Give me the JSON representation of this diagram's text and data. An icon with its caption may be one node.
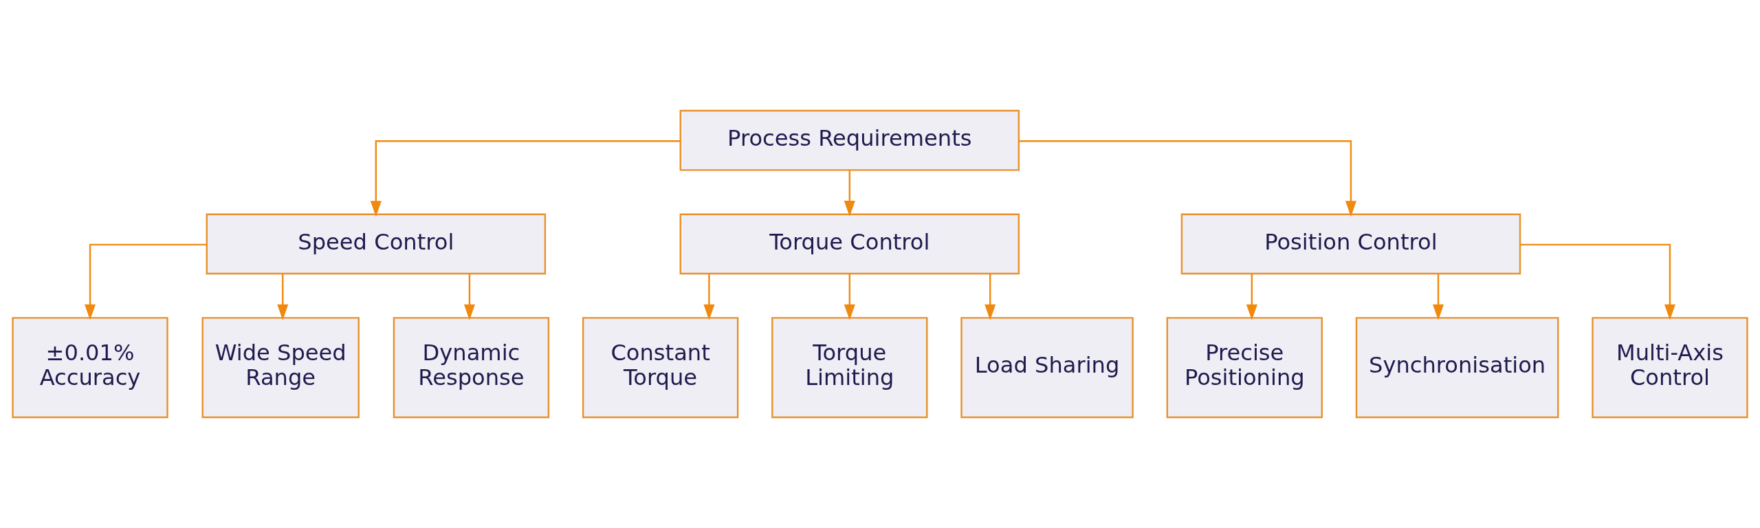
{
  "diagram": {
    "nodes": [
      {
        "text": [
          "Process Requirements"
        ]
      },
      {
        "text": [
          "Speed Control"
        ]
      },
      {
        "text": [
          "Torque Control"
        ]
      },
      {
        "text": [
          "Position Control"
        ]
      },
      {
        "text": [
          "±0.01% Accuracy"
        ]
      },
      {
        "text": [
          "Wide Speed Range"
        ]
      },
      {
        "text": [
          "Dynamic Response"
        ]
      },
      {
        "text": [
          "Precise Positioning"
        ]
      },
      {
        "text": [
          "Synchronisation"
        ]
      },
      {
        "text": [
          "Multi-Axis Control"
        ]
      },
      {
        "text": [
          "Constant Torque"
        ]
      },
      {
        "text": [
          "Torque Limiting"
        ]
      },
      {
        "text": [
          "Load Sharing"
        ]
      }
    ],
    "edges": [
      {
        "from": 0,
        "to": 1,
        "arrow": "to"
      },
      {
        "from": 0,
        "to": 2,
        "arrow": "to"
      },
      {
        "from": 0,
        "to": 3,
        "arrow": "to"
      },
      {
        "from": 1,
        "to": 4,
        "arrow": "to"
      },
      {
        "from": 1,
        "to": 5,
        "arrow": "to"
      },
      {
        "from": 1,
        "to": 6,
        "arrow": "to"
      },
      {
        "from": 2,
        "to": 10,
        "arrow": "to"
      },
      {
        "from": 2,
        "to": 11,
        "arrow": "to"
      },
      {
        "from": 2,
        "to": 12,
        "arrow": "to"
      },
      {
        "from": 3,
        "to": 7,
        "arrow": "to"
      },
      {
        "from": 3,
        "to": 8,
        "arrow": "to"
      },
      {
        "from": 3,
        "to": 9,
        "arrow": "to"
      }
    ]
  }
}
